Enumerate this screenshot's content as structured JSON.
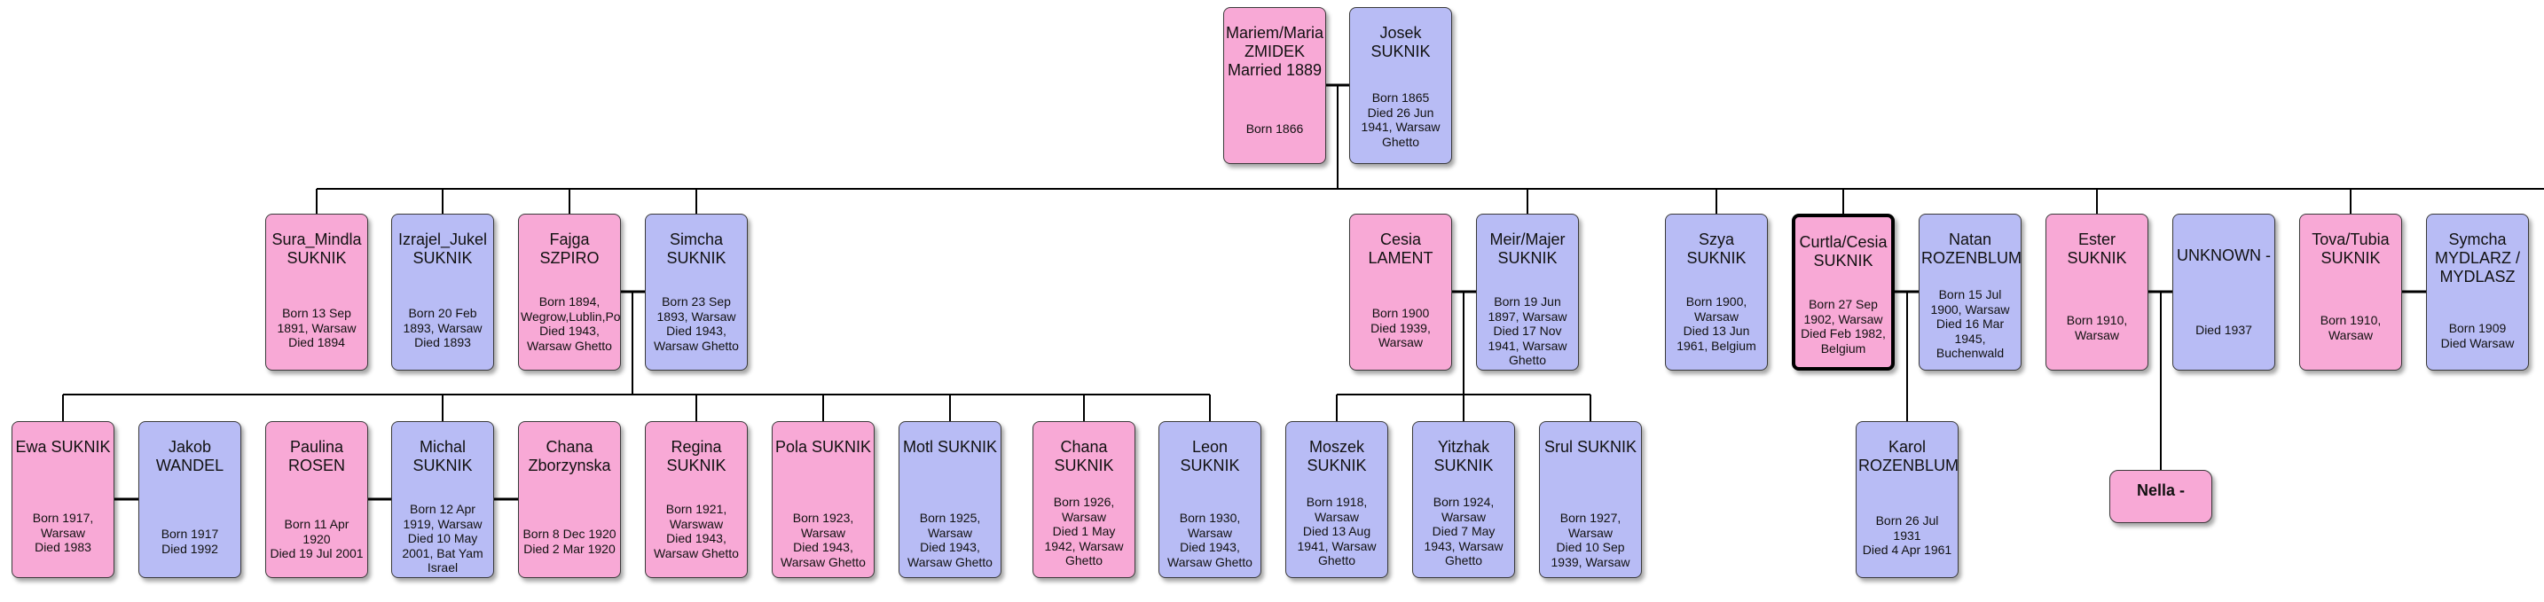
{
  "people": {
    "mariem": {
      "name": "Mariem/Maria\nZMIDEK\nMarried 1889",
      "dates": "Born 1866"
    },
    "josek": {
      "name": "Josek\nSUKNIK",
      "dates": "Born 1865\nDied 26 Jun\n1941, Warsaw\nGhetto"
    },
    "sura": {
      "name": "Sura_Mindla\nSUKNIK",
      "dates": "Born 13 Sep\n1891, Warsaw\nDied 1894"
    },
    "izrajel": {
      "name": "Izrajel_Jukel\nSUKNIK",
      "dates": "Born 20 Feb\n1893, Warsaw\nDied 1893"
    },
    "fajga": {
      "name": "Fajga\nSZPIRO",
      "dates": "Born 1894,\nWegrow,Lublin,Po\nDied 1943,\nWarsaw Ghetto"
    },
    "simcha": {
      "name": "Simcha\nSUKNIK",
      "dates": "Born 23 Sep\n1893, Warsaw\nDied 1943,\nWarsaw Ghetto"
    },
    "cesia": {
      "name": "Cesia\nLAMENT",
      "dates": "Born 1900\nDied 1939,\nWarsaw"
    },
    "meir": {
      "name": "Meir/Majer\nSUKNIK",
      "dates": "Born 19 Jun\n1897, Warsaw\nDied 17 Nov\n1941, Warsaw\nGhetto"
    },
    "szya": {
      "name": "Szya\nSUKNIK",
      "dates": "Born 1900,\nWarsaw\nDied 13 Jun\n1961, Belgium"
    },
    "curtla": {
      "name": "Curtla/Cesia\nSUKNIK",
      "dates": "Born 27 Sep\n1902, Warsaw\nDied Feb 1982,\nBelgium"
    },
    "natan": {
      "name": "Natan\nROZENBLUM",
      "dates": "Born 15 Jul\n1900, Warsaw\nDied 16 Mar\n1945,\nBuchenwald"
    },
    "ester": {
      "name": "Ester\nSUKNIK",
      "dates": "Born 1910,\nWarsaw"
    },
    "unknown": {
      "name": "UNKNOWN -",
      "dates": "Died 1937"
    },
    "tova": {
      "name": "Tova/Tubia\nSUKNIK",
      "dates": "Born 1910,\nWarsaw"
    },
    "symcha": {
      "name": "Symcha\nMYDLARZ /\nMYDLASZ",
      "dates": "Born 1909\nDied Warsaw"
    },
    "ewa": {
      "name": "Ewa SUKNIK",
      "dates": "Born 1917,\nWarsaw\nDied 1983"
    },
    "jakob": {
      "name": "Jakob\nWANDEL",
      "dates": "Born 1917\nDied 1992"
    },
    "paulina": {
      "name": "Paulina\nROSEN",
      "dates": "Born 11 Apr\n1920\nDied 19 Jul 2001"
    },
    "michal": {
      "name": "Michal\nSUKNIK",
      "dates": "Born 12 Apr\n1919, Warsaw\nDied 10 May\n2001, Bat Yam\nIsrael"
    },
    "chana_z": {
      "name": "Chana\nZborzynska",
      "dates": "Born 8 Dec 1920\nDied 2 Mar 1920"
    },
    "regina": {
      "name": "Regina\nSUKNIK",
      "dates": "Born 1921,\nWarswaw\nDied 1943,\nWarsaw Ghetto"
    },
    "pola": {
      "name": "Pola SUKNIK",
      "dates": "Born 1923,\nWarsaw\nDied 1943,\nWarsaw Ghetto"
    },
    "motl": {
      "name": "Motl SUKNIK",
      "dates": "Born 1925,\nWarsaw\nDied 1943,\nWarsaw Ghetto"
    },
    "chana_s": {
      "name": "Chana\nSUKNIK",
      "dates": "Born 1926,\nWarsaw\nDied 1 May\n1942, Warsaw\nGhetto"
    },
    "leon": {
      "name": "Leon\nSUKNIK",
      "dates": "Born 1930,\nWarsaw\nDied 1943,\nWarsaw Ghetto"
    },
    "moszek": {
      "name": "Moszek\nSUKNIK",
      "dates": "Born 1918,\nWarsaw\nDied 13 Aug\n1941, Warsaw\nGhetto"
    },
    "yitzhak": {
      "name": "Yitzhak\nSUKNIK",
      "dates": "Born 1924,\nWarsaw\nDied 7 May\n1943, Warsaw\nGhetto"
    },
    "srul": {
      "name": "Srul SUKNIK",
      "dates": "Born 1927,\nWarsaw\nDied 10 Sep\n1939, Warsaw"
    },
    "karol": {
      "name": "Karol\nROZENBLUM",
      "dates": "Born 26 Jul\n1931\nDied 4 Apr 1961"
    },
    "nella": {
      "name": "Nella -",
      "dates": ""
    }
  },
  "colors": {
    "female": "#f8a9d6",
    "male": "#b8bcf5",
    "line": "#000000"
  }
}
